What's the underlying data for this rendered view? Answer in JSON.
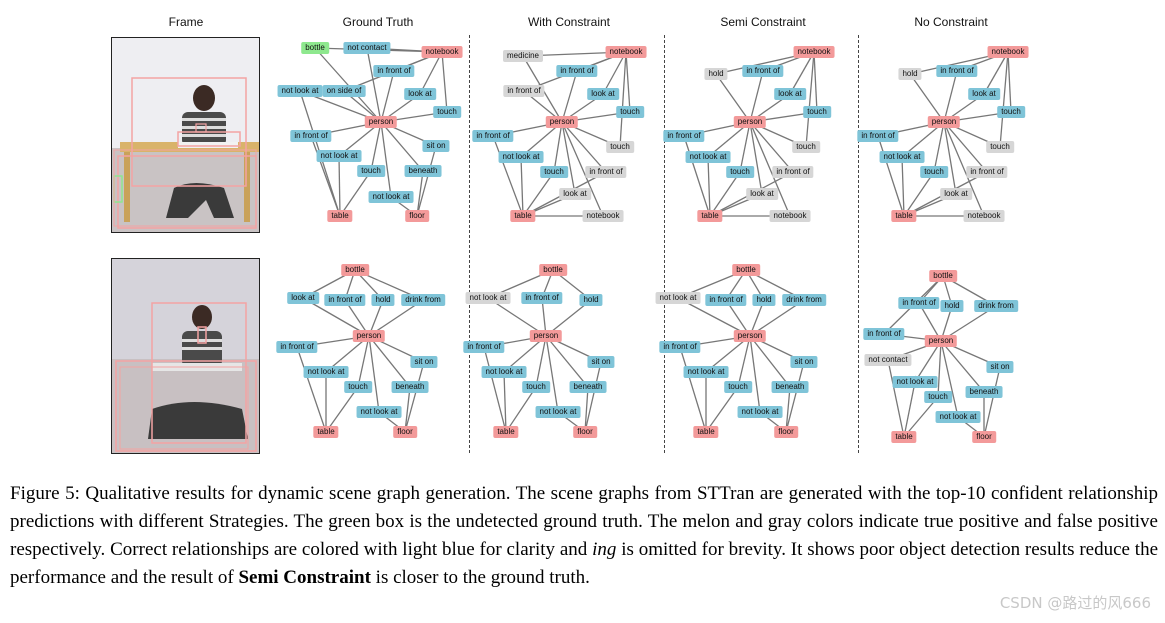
{
  "headers": [
    "Frame",
    "Ground Truth",
    "With Constraint",
    "Semi Constraint",
    "No Constraint"
  ],
  "caption": {
    "label": "Figure 5:",
    "text_1": "Qualitative results for dynamic scene graph generation. The scene graphs from STTran are generated with the top-10 confident relationship predictions with different Strategies. The green box is the undetected ground truth. The melon and gray colors indicate true positive and false positive respectively. Correct relationships are colored with light blue for clarity and",
    "ing": "ing",
    "text_2": "is omitted for brevity. It shows poor object detection results reduce the performance and the result of",
    "bold": "Semi Constraint",
    "text_3": "is closer to the ground truth."
  },
  "watermark": "CSDN @路过的风666",
  "legend_colors": {
    "true_positive": "#f39a9a",
    "false_positive": "#d6d6d6",
    "correct_relationship": "#7fc4d8",
    "undetected_ground_truth": "#8ee88e"
  },
  "rows": [
    {
      "frame": "frame-1",
      "graphs": [
        {
          "name": "ground-truth",
          "nodes": [
            {
              "id": "bottle",
              "label": "bottle",
              "kind": "gt"
            },
            {
              "id": "notcontact",
              "label": "not contact",
              "kind": "tp"
            },
            {
              "id": "notebook",
              "label": "notebook",
              "kind": "obj"
            },
            {
              "id": "infrontof1",
              "label": "in front of",
              "kind": "tp"
            },
            {
              "id": "notlookat1",
              "label": "not look at",
              "kind": "tp"
            },
            {
              "id": "onsideof",
              "label": "on side of",
              "kind": "tp"
            },
            {
              "id": "lookat",
              "label": "look at",
              "kind": "tp"
            },
            {
              "id": "touch1",
              "label": "touch",
              "kind": "tp"
            },
            {
              "id": "person",
              "label": "person",
              "kind": "obj"
            },
            {
              "id": "infrontof2",
              "label": "in front of",
              "kind": "tp"
            },
            {
              "id": "siton",
              "label": "sit on",
              "kind": "tp"
            },
            {
              "id": "notlookat2",
              "label": "not look at",
              "kind": "tp"
            },
            {
              "id": "touch2",
              "label": "touch",
              "kind": "tp"
            },
            {
              "id": "beneath",
              "label": "beneath",
              "kind": "tp"
            },
            {
              "id": "notlookat3",
              "label": "not look at",
              "kind": "tp"
            },
            {
              "id": "table",
              "label": "table",
              "kind": "obj"
            },
            {
              "id": "floor",
              "label": "floor",
              "kind": "obj"
            }
          ]
        },
        {
          "name": "with-constraint",
          "nodes": [
            {
              "id": "medicine",
              "label": "medicine",
              "kind": "fp"
            },
            {
              "id": "notebook",
              "label": "notebook",
              "kind": "obj"
            },
            {
              "id": "infrontof1",
              "label": "in front of",
              "kind": "tp"
            },
            {
              "id": "infrontof2",
              "label": "in front of",
              "kind": "fp"
            },
            {
              "id": "lookat1",
              "label": "look at",
              "kind": "tp"
            },
            {
              "id": "touch1",
              "label": "touch",
              "kind": "tp"
            },
            {
              "id": "person",
              "label": "person",
              "kind": "obj"
            },
            {
              "id": "infrontof3",
              "label": "in front of",
              "kind": "tp"
            },
            {
              "id": "touch2",
              "label": "touch",
              "kind": "fp"
            },
            {
              "id": "notlookat",
              "label": "not look at",
              "kind": "tp"
            },
            {
              "id": "infrontof4",
              "label": "in front of",
              "kind": "fp"
            },
            {
              "id": "touch3",
              "label": "touch",
              "kind": "tp"
            },
            {
              "id": "lookat2",
              "label": "look at",
              "kind": "fp"
            },
            {
              "id": "table",
              "label": "table",
              "kind": "obj"
            },
            {
              "id": "notebook2",
              "label": "notebook",
              "kind": "fp"
            }
          ]
        },
        {
          "name": "semi-constraint",
          "nodes": [
            {
              "id": "hold",
              "label": "hold",
              "kind": "fp"
            },
            {
              "id": "notebook",
              "label": "notebook",
              "kind": "obj"
            },
            {
              "id": "infrontof1",
              "label": "in front of",
              "kind": "tp"
            },
            {
              "id": "lookat1",
              "label": "look at",
              "kind": "tp"
            },
            {
              "id": "touch1",
              "label": "touch",
              "kind": "tp"
            },
            {
              "id": "person",
              "label": "person",
              "kind": "obj"
            },
            {
              "id": "infrontof3",
              "label": "in front of",
              "kind": "tp"
            },
            {
              "id": "touch2",
              "label": "touch",
              "kind": "fp"
            },
            {
              "id": "notlookat",
              "label": "not look at",
              "kind": "tp"
            },
            {
              "id": "infrontof4",
              "label": "in front of",
              "kind": "fp"
            },
            {
              "id": "touch3",
              "label": "touch",
              "kind": "tp"
            },
            {
              "id": "lookat2",
              "label": "look at",
              "kind": "fp"
            },
            {
              "id": "table",
              "label": "table",
              "kind": "obj"
            },
            {
              "id": "notebook2",
              "label": "notebook",
              "kind": "fp"
            }
          ]
        },
        {
          "name": "no-constraint",
          "nodes": [
            {
              "id": "hold",
              "label": "hold",
              "kind": "fp"
            },
            {
              "id": "notebook",
              "label": "notebook",
              "kind": "obj"
            },
            {
              "id": "infrontof1",
              "label": "in front of",
              "kind": "tp"
            },
            {
              "id": "lookat1",
              "label": "look at",
              "kind": "tp"
            },
            {
              "id": "touch1",
              "label": "touch",
              "kind": "tp"
            },
            {
              "id": "person",
              "label": "person",
              "kind": "obj"
            },
            {
              "id": "infrontof3",
              "label": "in front of",
              "kind": "tp"
            },
            {
              "id": "touch2",
              "label": "touch",
              "kind": "fp"
            },
            {
              "id": "notlookat",
              "label": "not look at",
              "kind": "tp"
            },
            {
              "id": "infrontof4",
              "label": "in front of",
              "kind": "fp"
            },
            {
              "id": "touch3",
              "label": "touch",
              "kind": "tp"
            },
            {
              "id": "lookat2",
              "label": "look at",
              "kind": "fp"
            },
            {
              "id": "table",
              "label": "table",
              "kind": "obj"
            },
            {
              "id": "notebook2",
              "label": "notebook",
              "kind": "fp"
            }
          ]
        }
      ]
    },
    {
      "frame": "frame-2",
      "graphs": [
        {
          "name": "ground-truth",
          "nodes": [
            {
              "id": "bottle",
              "label": "bottle",
              "kind": "obj"
            },
            {
              "id": "lookat",
              "label": "look at",
              "kind": "tp"
            },
            {
              "id": "infrontof1",
              "label": "in front of",
              "kind": "tp"
            },
            {
              "id": "hold",
              "label": "hold",
              "kind": "tp"
            },
            {
              "id": "drinkfrom",
              "label": "drink from",
              "kind": "tp"
            },
            {
              "id": "person",
              "label": "person",
              "kind": "obj"
            },
            {
              "id": "infrontof2",
              "label": "in front of",
              "kind": "tp"
            },
            {
              "id": "siton",
              "label": "sit on",
              "kind": "tp"
            },
            {
              "id": "notlookat1",
              "label": "not look at",
              "kind": "tp"
            },
            {
              "id": "touch",
              "label": "touch",
              "kind": "tp"
            },
            {
              "id": "beneath",
              "label": "beneath",
              "kind": "tp"
            },
            {
              "id": "notlookat2",
              "label": "not look at",
              "kind": "tp"
            },
            {
              "id": "table",
              "label": "table",
              "kind": "obj"
            },
            {
              "id": "floor",
              "label": "floor",
              "kind": "obj"
            }
          ]
        },
        {
          "name": "with-constraint",
          "nodes": [
            {
              "id": "bottle",
              "label": "bottle",
              "kind": "obj"
            },
            {
              "id": "lookat",
              "label": "not look at",
              "kind": "fp"
            },
            {
              "id": "infrontof1",
              "label": "in front of",
              "kind": "tp"
            },
            {
              "id": "hold",
              "label": "hold",
              "kind": "tp"
            },
            {
              "id": "person",
              "label": "person",
              "kind": "obj"
            },
            {
              "id": "infrontof2",
              "label": "in front of",
              "kind": "tp"
            },
            {
              "id": "siton",
              "label": "sit on",
              "kind": "tp"
            },
            {
              "id": "notlookat1",
              "label": "not look at",
              "kind": "tp"
            },
            {
              "id": "touch",
              "label": "touch",
              "kind": "tp"
            },
            {
              "id": "beneath",
              "label": "beneath",
              "kind": "tp"
            },
            {
              "id": "notlookat2",
              "label": "not look at",
              "kind": "tp"
            },
            {
              "id": "table",
              "label": "table",
              "kind": "obj"
            },
            {
              "id": "floor",
              "label": "floor",
              "kind": "obj"
            }
          ]
        },
        {
          "name": "semi-constraint",
          "nodes": [
            {
              "id": "bottle",
              "label": "bottle",
              "kind": "obj"
            },
            {
              "id": "lookat",
              "label": "not look at",
              "kind": "fp"
            },
            {
              "id": "infrontof1",
              "label": "in front of",
              "kind": "tp"
            },
            {
              "id": "hold",
              "label": "hold",
              "kind": "tp"
            },
            {
              "id": "drinkfrom",
              "label": "drink from",
              "kind": "tp"
            },
            {
              "id": "person",
              "label": "person",
              "kind": "obj"
            },
            {
              "id": "infrontof2",
              "label": "in front of",
              "kind": "tp"
            },
            {
              "id": "siton",
              "label": "sit on",
              "kind": "tp"
            },
            {
              "id": "notlookat1",
              "label": "not look at",
              "kind": "tp"
            },
            {
              "id": "touch",
              "label": "touch",
              "kind": "tp"
            },
            {
              "id": "beneath",
              "label": "beneath",
              "kind": "tp"
            },
            {
              "id": "notlookat2",
              "label": "not look at",
              "kind": "tp"
            },
            {
              "id": "table",
              "label": "table",
              "kind": "obj"
            },
            {
              "id": "floor",
              "label": "floor",
              "kind": "obj"
            }
          ]
        },
        {
          "name": "no-constraint",
          "nodes": [
            {
              "id": "bottle",
              "label": "bottle",
              "kind": "obj"
            },
            {
              "id": "infrontof1",
              "label": "in front of",
              "kind": "tp"
            },
            {
              "id": "hold",
              "label": "hold",
              "kind": "tp"
            },
            {
              "id": "drinkfrom",
              "label": "drink from",
              "kind": "tp"
            },
            {
              "id": "infrontof2",
              "label": "in front of",
              "kind": "tp"
            },
            {
              "id": "person",
              "label": "person",
              "kind": "obj"
            },
            {
              "id": "notcontact",
              "label": "not contact",
              "kind": "fp"
            },
            {
              "id": "siton",
              "label": "sit on",
              "kind": "tp"
            },
            {
              "id": "notlookat1",
              "label": "not look at",
              "kind": "tp"
            },
            {
              "id": "beneath",
              "label": "beneath",
              "kind": "tp"
            },
            {
              "id": "touch",
              "label": "touch",
              "kind": "tp"
            },
            {
              "id": "notlookat2",
              "label": "not look at",
              "kind": "tp"
            },
            {
              "id": "table",
              "label": "table",
              "kind": "obj"
            },
            {
              "id": "floor",
              "label": "floor",
              "kind": "obj"
            }
          ]
        }
      ]
    }
  ]
}
